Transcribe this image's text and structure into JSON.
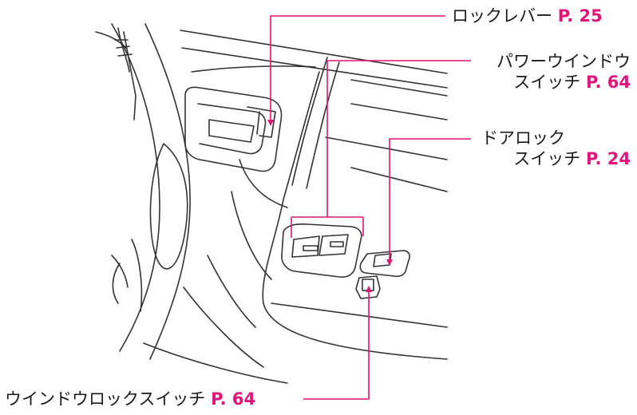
{
  "callouts": {
    "lock_lever": {
      "label": "ロックレバー",
      "page": "P. 25"
    },
    "power_window": {
      "label_line1": "パワーウインドウ",
      "label_line2": "スイッチ",
      "page": "P. 64"
    },
    "door_lock": {
      "label_line1": "ドアロック",
      "label_line2": "スイッチ",
      "page": "P. 24"
    },
    "window_lock": {
      "label": "ウインドウロックスイッチ",
      "page": "P. 64"
    }
  },
  "colors": {
    "callout_line": "#e0157a",
    "page_ref": "#e0157a",
    "drawing": "#333333"
  }
}
